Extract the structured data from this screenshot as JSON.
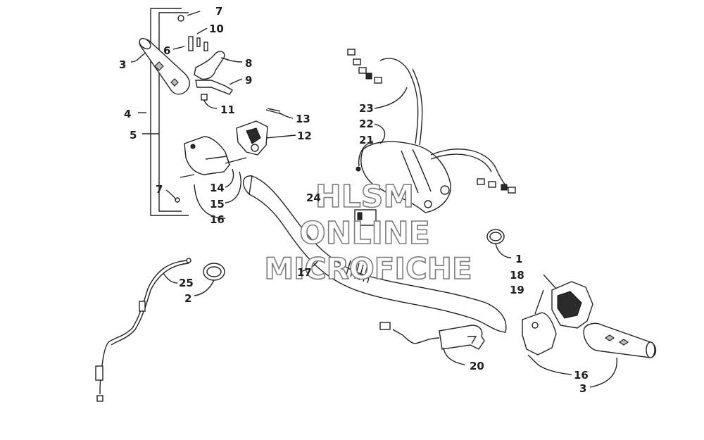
{
  "watermark": {
    "line1": "HLSM",
    "line2": "ONLINE",
    "line3": "MICROFICHE"
  },
  "callouts": {
    "c1": "1",
    "c2": "2",
    "c3a": "3",
    "c3b": "3",
    "c4": "4",
    "c5": "5",
    "c6": "6",
    "c7a": "7",
    "c7b": "7",
    "c8": "8",
    "c9": "9",
    "c10": "10",
    "c11": "11",
    "c12": "12",
    "c13": "13",
    "c14": "14",
    "c15": "15",
    "c16a": "16",
    "c16b": "16",
    "c17": "17",
    "c18": "18",
    "c19": "19",
    "c20": "20",
    "c21": "21",
    "c22": "22",
    "c23": "23",
    "c24": "24",
    "c25": "25"
  }
}
